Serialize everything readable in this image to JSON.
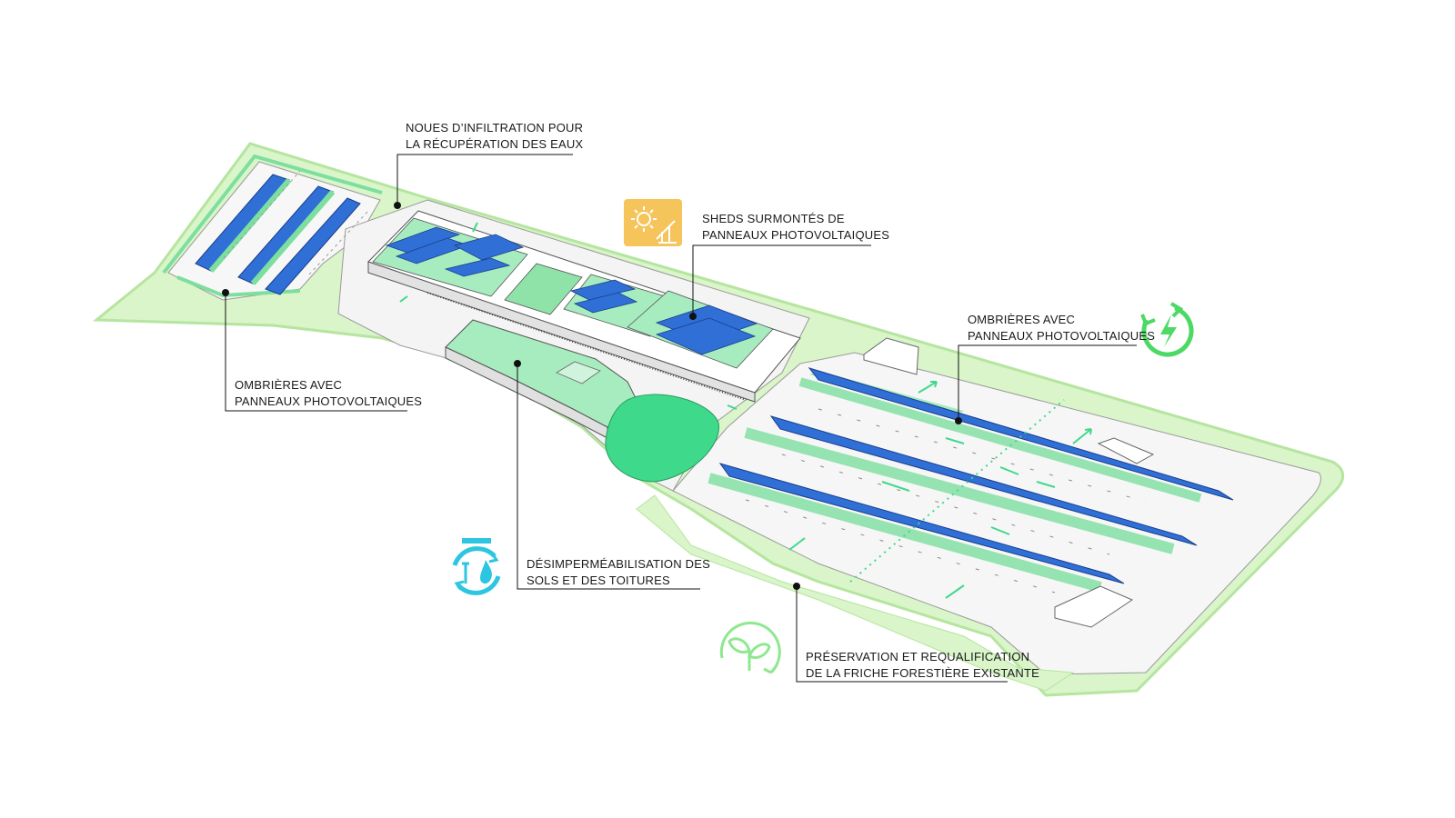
{
  "labels": {
    "noues": {
      "line1": "NOUES D’INFILTRATION POUR",
      "line2": "LA RÉCUPÉRATION DES EAUX"
    },
    "sheds": {
      "line1": "SHEDS SURMONTÉS DE",
      "line2": "PANNEAUX PHOTOVOLTAIQUES"
    },
    "ombrieres_west": {
      "line1": "OMBRIÈRES AVEC",
      "line2": "PANNEAUX PHOTOVOLTAIQUES"
    },
    "ombrieres_east": {
      "line1": "OMBRIÈRES AVEC",
      "line2": "PANNEAUX PHOTOVOLTAIQUES"
    },
    "desimper": {
      "line1": "DÉSIMPERMÉABILISATION DES",
      "line2": "SOLS ET DES TOITURES"
    },
    "preservation": {
      "line1": "PRÉSERVATION ET REQUALIFICATION",
      "line2": "DE LA FRICHE FORESTIÈRE EXISTANTE"
    }
  },
  "icons": {
    "sun_panel": "sun-solar-panel-icon",
    "energy": "renewable-energy-icon",
    "water": "water-cycle-icon",
    "leaf": "leaf-preservation-icon"
  },
  "colors": {
    "site_green": "#d9f5c9",
    "site_outline": "#b5e59f",
    "swale_green": "#7ddf9f",
    "roof_green": "#a7ecbf",
    "pond_green": "#3fd98b",
    "solar_blue": "#2f6fd6",
    "sun_icon": "#f5c45a",
    "energy_icon": "#4cd964",
    "water_icon": "#2cc6e0",
    "leaf_icon": "#8ee88f"
  }
}
